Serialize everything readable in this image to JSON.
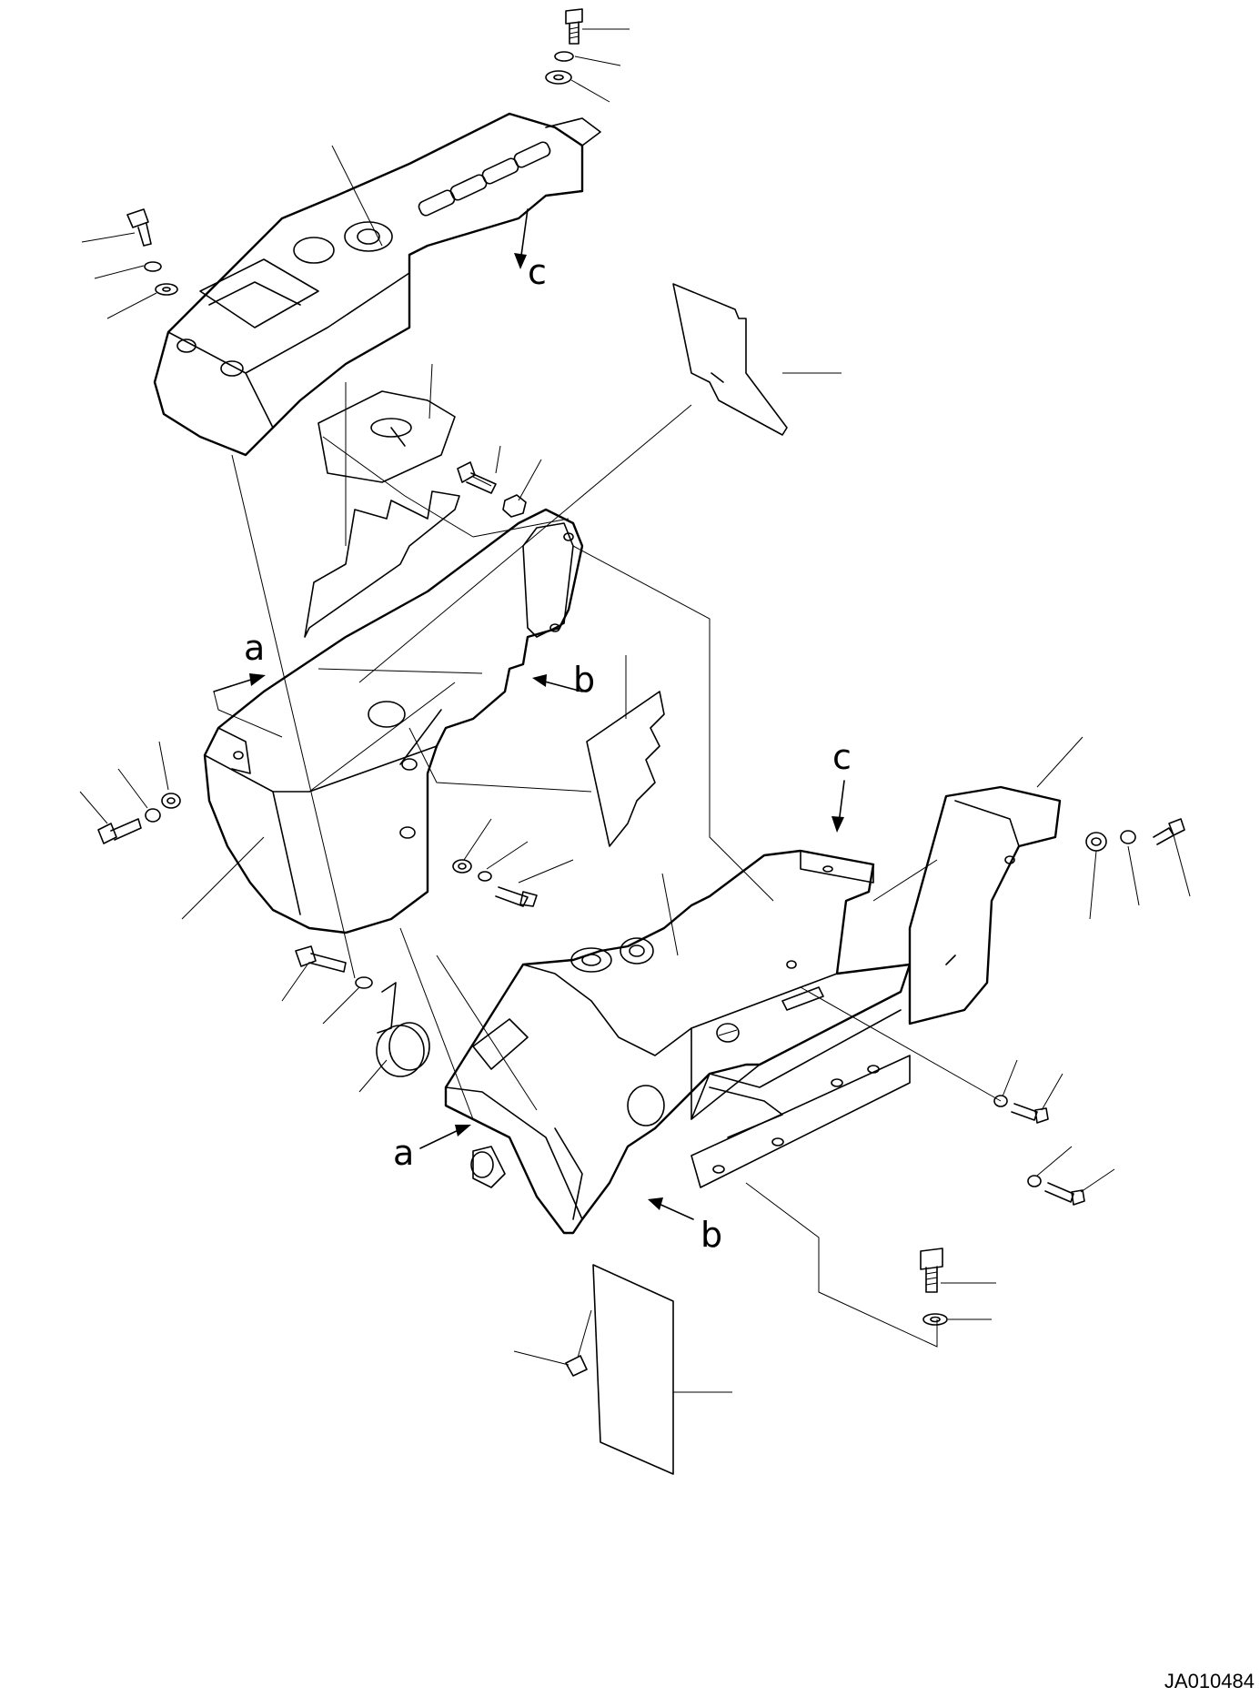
{
  "drawing": {
    "id": "JA010484",
    "view_labels": {
      "a": "a",
      "b": "b",
      "c": "c"
    }
  }
}
